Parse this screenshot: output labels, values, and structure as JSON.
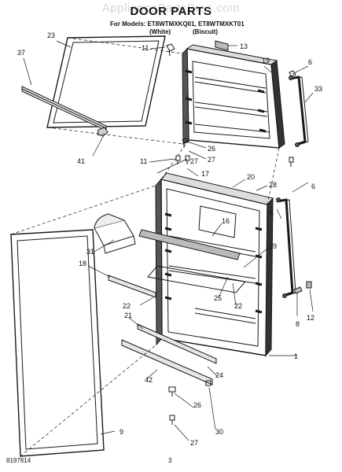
{
  "watermark": "AppliancePartsPros.com",
  "title": "DOOR PARTS",
  "models_line": "For Models: ET8WTMXKQ01, ET8WTMXKT01",
  "variant_white": "(White)",
  "variant_biscuit": "(Biscuit)",
  "doc_number": "8197814",
  "page_number": "3",
  "callouts": [
    "23",
    "37",
    "11",
    "13",
    "19",
    "6",
    "33",
    "26",
    "27",
    "41",
    "11",
    "27",
    "17",
    "20",
    "28",
    "6",
    "5",
    "16",
    "31",
    "29",
    "18",
    "22",
    "25",
    "22",
    "21",
    "1",
    "24",
    "42",
    "26",
    "30",
    "8",
    "12",
    "27",
    "9"
  ],
  "colors": {
    "line": "#1a1a1a",
    "fill": "#ffffff",
    "shade": "#9a9a9a"
  }
}
